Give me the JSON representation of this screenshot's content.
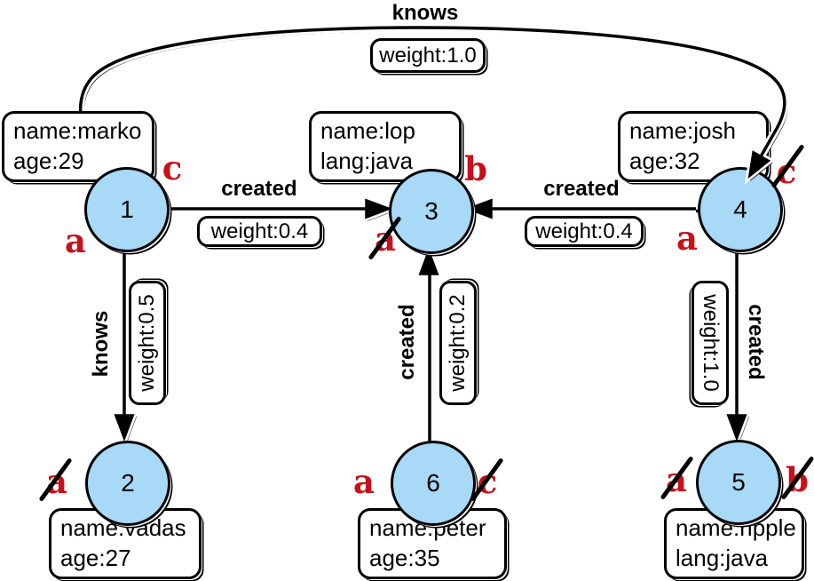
{
  "colors": {
    "node_fill": "#A8D9F6",
    "stroke": "#000000",
    "annotation_red": "#C8101B",
    "box_fill": "#FFFFFF"
  },
  "nodes": [
    {
      "id": "1",
      "prop_lines": [
        "name:marko",
        "age:29"
      ]
    },
    {
      "id": "3",
      "prop_lines": [
        "name:lop",
        "lang:java"
      ]
    },
    {
      "id": "4",
      "prop_lines": [
        "name:josh",
        "age:32"
      ]
    },
    {
      "id": "2",
      "prop_lines": [
        "name:vadas",
        "age:27"
      ]
    },
    {
      "id": "6",
      "prop_lines": [
        "name:peter",
        "age:35"
      ]
    },
    {
      "id": "5",
      "prop_lines": [
        "name:ripple",
        "lang:java"
      ]
    }
  ],
  "edges": [
    {
      "from": "1",
      "to": "4",
      "label": "knows",
      "weight": "weight:1.0"
    },
    {
      "from": "1",
      "to": "3",
      "label": "created",
      "weight": "weight:0.4"
    },
    {
      "from": "4",
      "to": "3",
      "label": "created",
      "weight": "weight:0.4"
    },
    {
      "from": "1",
      "to": "2",
      "label": "knows",
      "weight": "weight:0.5"
    },
    {
      "from": "6",
      "to": "3",
      "label": "created",
      "weight": "weight:0.2"
    },
    {
      "from": "4",
      "to": "5",
      "label": "created",
      "weight": "weight:1.0"
    }
  ],
  "annotations": [
    {
      "node": "1",
      "letter": "c",
      "crossed": false
    },
    {
      "node": "1",
      "letter": "a",
      "crossed": false
    },
    {
      "node": "3",
      "letter": "b",
      "crossed": false
    },
    {
      "node": "3",
      "letter": "a",
      "crossed": true
    },
    {
      "node": "4",
      "letter": "c",
      "crossed": true
    },
    {
      "node": "4",
      "letter": "a",
      "crossed": false
    },
    {
      "node": "2",
      "letter": "a",
      "crossed": true
    },
    {
      "node": "6",
      "letter": "a",
      "crossed": false
    },
    {
      "node": "6",
      "letter": "c",
      "crossed": true
    },
    {
      "node": "5",
      "letter": "a",
      "crossed": true
    },
    {
      "node": "5",
      "letter": "b",
      "crossed": true
    }
  ]
}
